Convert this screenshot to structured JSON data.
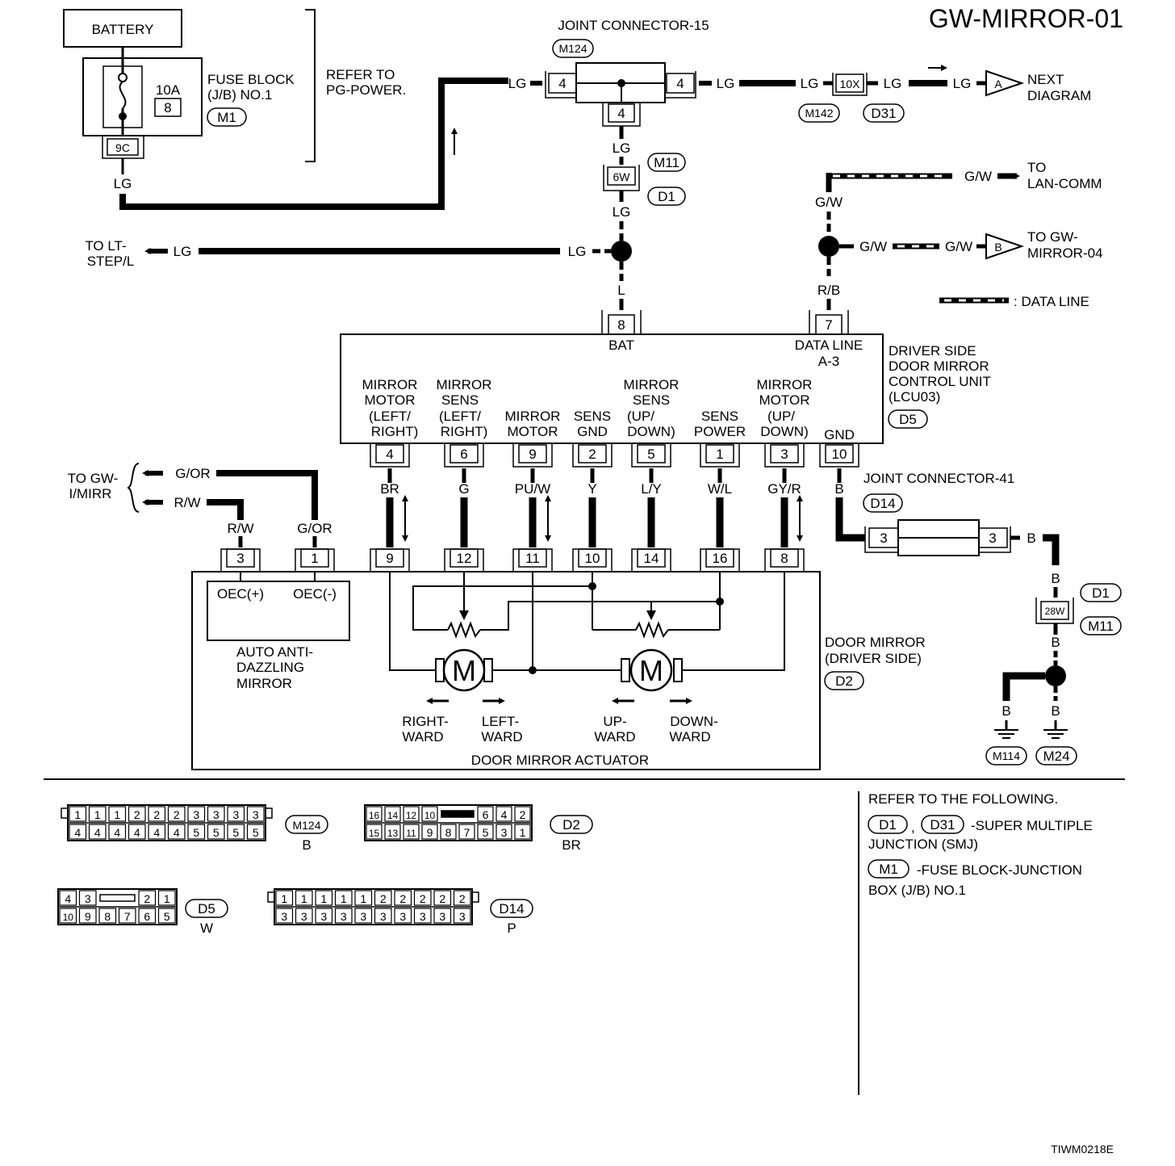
{
  "page": {
    "diagram_id": "GW-MIRROR-01",
    "figure_id": "TIWM0218E"
  },
  "power": {
    "battery": "BATTERY",
    "fuse_amp": "10A",
    "fuse_no": "8",
    "fuse_block_lines": [
      "FUSE BLOCK",
      "(J/B) NO.1"
    ],
    "fuse_block_conn": "M1",
    "fuse_term": "9C",
    "refer_lines": [
      "REFER TO",
      "PG-POWER."
    ]
  },
  "jc15": {
    "title": "JOINT CONNECTOR-15",
    "conn": "M124",
    "pin_left": "4",
    "pin_right": "4",
    "pin_bottom": "4"
  },
  "harness": {
    "conn_10x": "10X",
    "conn_m142": "M142",
    "conn_d31": "D31",
    "conn_6w": "6W",
    "conn_m11": "M11",
    "conn_d1": "D1",
    "conn_28w": "28W"
  },
  "offpage": {
    "next_letter": "A",
    "next_lines": [
      "NEXT",
      "DIAGRAM"
    ],
    "lan_lines": [
      "TO",
      "LAN-COMM"
    ],
    "gw04_letter": "B",
    "gw04_lines": [
      "TO GW-",
      "MIRROR-04"
    ],
    "lt_step_lines": [
      "TO LT-",
      "STEP/L"
    ],
    "gw_imirr_lines": [
      "TO GW-",
      "I/MIRR"
    ]
  },
  "legend": {
    "data_line": ": DATA LINE"
  },
  "wires": {
    "lg": "LG",
    "l": "L",
    "gw": "G/W",
    "rb": "R/B",
    "b": "B",
    "gor": "G/OR",
    "rw": "R/W"
  },
  "lcu": {
    "name_lines": [
      "DRIVER SIDE",
      "DOOR MIRROR",
      "CONTROL UNIT",
      "(LCU03)"
    ],
    "conn": "D5",
    "bat_pin": "8",
    "bat_label": "BAT",
    "data_pin": "7",
    "data_label_lines": [
      "DATA LINE",
      "A-3"
    ],
    "terminals": [
      {
        "pin": "4",
        "label": [
          "MIRROR",
          "MOTOR",
          "(LEFT/",
          "RIGHT)"
        ],
        "wire": "BR",
        "dpin": "9"
      },
      {
        "pin": "6",
        "label": [
          "MIRROR",
          "SENS",
          "(LEFT/",
          "RIGHT)"
        ],
        "wire": "G",
        "dpin": "12"
      },
      {
        "pin": "9",
        "label": [
          "MIRROR",
          "MOTOR"
        ],
        "wire": "PU/W",
        "dpin": "11"
      },
      {
        "pin": "2",
        "label": [
          "SENS",
          "GND"
        ],
        "wire": "Y",
        "dpin": "10"
      },
      {
        "pin": "5",
        "label": [
          "MIRROR",
          "SENS",
          "(UP/",
          "DOWN)"
        ],
        "wire": "L/Y",
        "dpin": "14"
      },
      {
        "pin": "1",
        "label": [
          "SENS",
          "POWER"
        ],
        "wire": "W/L",
        "dpin": "16"
      },
      {
        "pin": "3",
        "label": [
          "MIRROR",
          "MOTOR",
          "(UP/",
          "DOWN)"
        ],
        "wire": "GY/R",
        "dpin": "8"
      },
      {
        "pin": "10",
        "label": [
          "GND"
        ],
        "wire": "B",
        "dpin": ""
      }
    ]
  },
  "jc41": {
    "title": "JOINT CONNECTOR-41",
    "conn": "D14",
    "pin_left": "3",
    "pin_right": "3"
  },
  "mirror": {
    "name_lines": [
      "DOOR MIRROR",
      "(DRIVER SIDE)"
    ],
    "conn": "D2",
    "oec_pin_pos": "3",
    "oec_pin_neg": "1",
    "oec_pos": "OEC(+)",
    "oec_neg": "OEC(-)",
    "auto_lines": [
      "AUTO ANTI-",
      "DAZZLING",
      "MIRROR"
    ],
    "motor_symbol": "M",
    "rightward": [
      "RIGHT-",
      "WARD"
    ],
    "leftward": [
      "LEFT-",
      "WARD"
    ],
    "upward": [
      "UP-",
      "WARD"
    ],
    "downward": [
      "DOWN-",
      "WARD"
    ],
    "actuator": "DOOR MIRROR ACTUATOR"
  },
  "grounds": {
    "m114": "M114",
    "m24": "M24"
  },
  "connectors": [
    {
      "id": "M124",
      "color": "B",
      "top": [
        "1",
        "1",
        "1",
        "2",
        "2",
        "2",
        "3",
        "3",
        "3",
        "3"
      ],
      "bottom": [
        "4",
        "4",
        "4",
        "4",
        "4",
        "4",
        "5",
        "5",
        "5",
        "5"
      ]
    },
    {
      "id": "D2",
      "color": "BR",
      "top": [
        "16",
        "14",
        "12",
        "10",
        "",
        "",
        "6",
        "4",
        "2"
      ],
      "bottom": [
        "15",
        "13",
        "11",
        "9",
        "8",
        "7",
        "5",
        "3",
        "1"
      ]
    },
    {
      "id": "D5",
      "color": "W",
      "top": [
        "4",
        "3",
        "",
        "",
        "2",
        "1"
      ],
      "bottom": [
        "10",
        "9",
        "8",
        "7",
        "6",
        "5"
      ]
    },
    {
      "id": "D14",
      "color": "P",
      "top": [
        "1",
        "1",
        "1",
        "1",
        "1",
        "2",
        "2",
        "2",
        "2",
        "2"
      ],
      "bottom": [
        "3",
        "3",
        "3",
        "3",
        "3",
        "3",
        "3",
        "3",
        "3",
        "3"
      ]
    }
  ],
  "notes": {
    "heading": "REFER TO THE FOLLOWING.",
    "smj_conn_a": "D1",
    "smj_conn_b": "D31",
    "smj_sep": ",",
    "smj_text_lines": [
      "-SUPER MULTIPLE",
      "JUNCTION (SMJ)"
    ],
    "jb_conn": "M1",
    "jb_text_lines": [
      "-FUSE BLOCK-JUNCTION",
      "BOX (J/B) NO.1"
    ]
  }
}
